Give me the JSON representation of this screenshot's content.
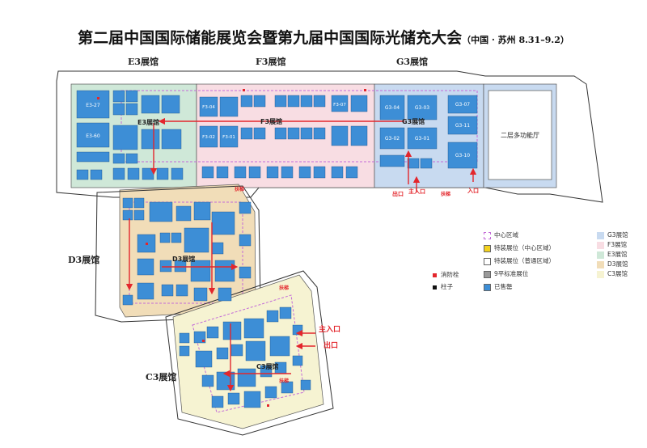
{
  "title": "第二届中国国际储能展览会暨第九届中国国际光储充大会",
  "subtitle": "（中国 · 苏州 8.31–9.2）",
  "halls": {
    "e3": "E3展馆",
    "f3": "F3展馆",
    "g3": "G3展馆",
    "d3": "D3展馆",
    "c3": "C3展馆"
  },
  "inner_labels": {
    "e3": "E3展馆",
    "f3": "F3展馆",
    "g3": "G3展馆",
    "d3": "D3展馆",
    "c3": "C3展馆"
  },
  "rooms": {
    "hall_function": "二层多功能厅"
  },
  "entrances": {
    "g3_out": "出口",
    "g3_in": "主入口",
    "g3_in2": "入口",
    "c3_main": "主入口",
    "c3_out": "出口"
  },
  "stairs": {
    "s1": "扶梯",
    "s2": "扶梯",
    "s3": "扶梯",
    "s4": "扶梯"
  },
  "booths": {
    "e3_27": "E3-27",
    "e3_60": "E3-60",
    "f3_04": "F3-04",
    "f3_02": "F3-02",
    "f3_01": "F3-01",
    "f3_07": "F3-07",
    "g3_04": "G3-04",
    "g3_03": "G3-03",
    "g3_02": "G3-02",
    "g3_01": "G3-01",
    "g3_11": "G3-11",
    "g3_10": "G3-10",
    "g3_07": "G3-07"
  },
  "legend": {
    "center_area": "中心区域",
    "special_center": "特装展位（中心区域）",
    "special_normal": "特装展位（普通区域）",
    "standard_9": "9平标准展位",
    "sold": "已售罄",
    "hydrant": "消防栓",
    "pillar": "柱子",
    "g3": "G3展馆",
    "f3": "F3展馆",
    "e3": "E3展馆",
    "d3": "D3展馆",
    "c3": "C3展馆"
  },
  "colors": {
    "e3": "#cfe8d8",
    "f3": "#f8dde3",
    "g3": "#c8daf0",
    "d3": "#f1ddb8",
    "c3": "#f6f3d2",
    "booth": "#3d8ed6",
    "arrow": "#e3262c",
    "center_dash": "#c36ad8",
    "special": "#f3d21e",
    "standard": "#9a9a9a"
  }
}
